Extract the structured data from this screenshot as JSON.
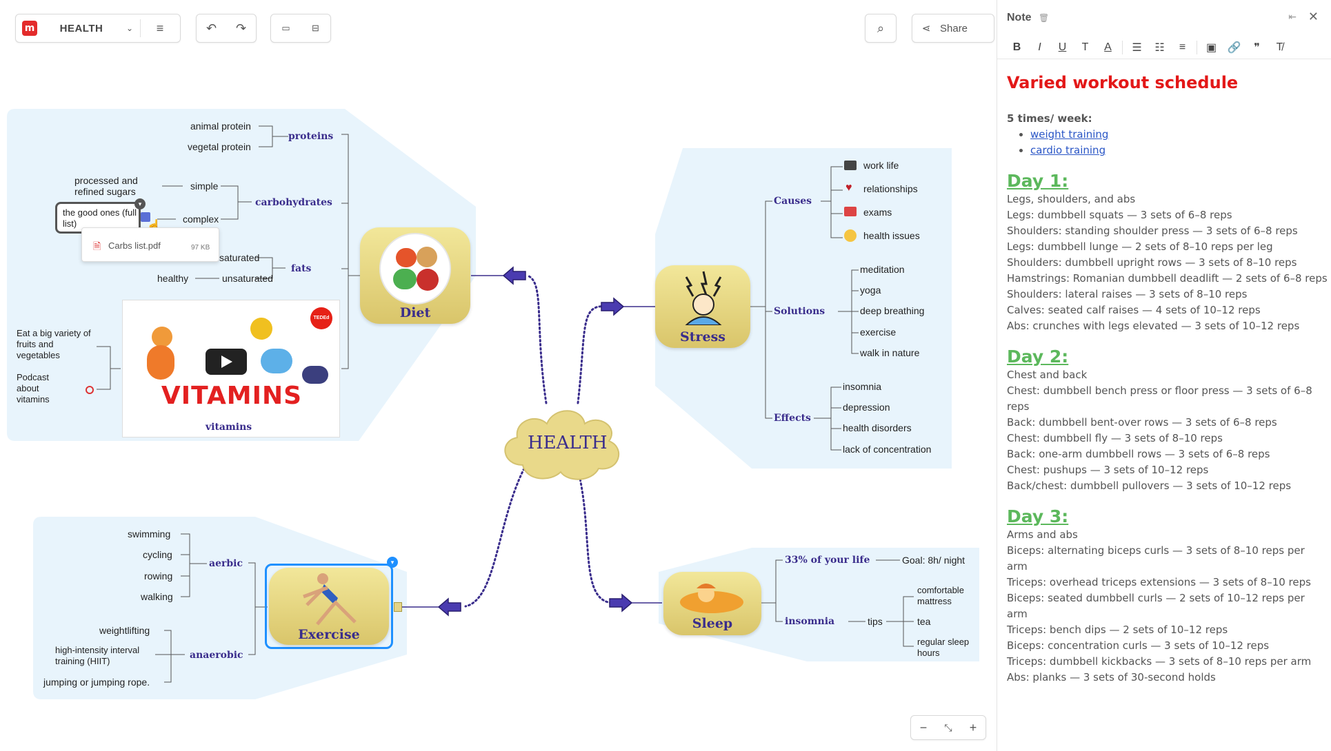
{
  "toolbar": {
    "map_title": "HEALTH",
    "share_label": "Share"
  },
  "center": {
    "label": "HEALTH"
  },
  "diet": {
    "label": "Diet",
    "proteins": {
      "label": "proteins",
      "items": [
        "animal protein",
        "vegetal protein"
      ]
    },
    "carbohydrates": {
      "label": "carbohydrates",
      "simple": "simple",
      "simple_note": "processed and refined sugars",
      "complex": "complex",
      "complex_note": "the good ones (full list)"
    },
    "attachment": {
      "name": "Carbs list.pdf",
      "size": "97 KB"
    },
    "fats": {
      "label": "fats",
      "saturated": "saturated",
      "unsaturated": "unsaturated",
      "unsaturated_note": "healthy"
    },
    "vitamins": {
      "label": "vitamins",
      "video_title": "VITAMINS",
      "badge": "TEDEd",
      "notes": [
        "Eat a big variety of fruits and vegetables",
        "Podcast about vitamins"
      ]
    }
  },
  "stress": {
    "label": "Stress",
    "causes": {
      "label": "Causes",
      "items": [
        "work life",
        "relationships",
        "exams",
        "health issues"
      ]
    },
    "solutions": {
      "label": "Solutions",
      "items": [
        "meditation",
        "yoga",
        "deep breathing",
        "exercise",
        "walk in nature"
      ]
    },
    "effects": {
      "label": "Effects",
      "items": [
        "insomnia",
        "depression",
        "health disorders",
        "lack of concentration"
      ]
    }
  },
  "sleep": {
    "label": "Sleep",
    "life": {
      "label": "33% of your life",
      "goal": "Goal: 8h/ night"
    },
    "insomnia": {
      "label": "insomnia",
      "tips": "tips",
      "items": [
        "comfortable mattress",
        "tea",
        "regular sleep hours"
      ]
    }
  },
  "exercise": {
    "label": "Exercise",
    "aerobic": {
      "label": "aerbic",
      "items": [
        "swimming",
        "cycling",
        "rowing",
        "walking"
      ]
    },
    "anaerobic": {
      "label": "anaerobic",
      "items": [
        "weightlifting",
        "high-intensity interval training (HIIT)",
        "jumping or jumping rope."
      ]
    }
  },
  "note": {
    "header": "Note",
    "title": "Varied workout schedule",
    "freq": "5 times/ week:",
    "links": [
      "weight training",
      "cardio training"
    ],
    "days": [
      {
        "title": "Day 1:",
        "lines": [
          "Legs, shoulders, and abs",
          "Legs: dumbbell squats — 3 sets of 6–8 reps",
          "Shoulders: standing shoulder press — 3 sets of 6–8 reps",
          "Legs: dumbbell lunge — 2 sets of 8–10 reps per leg",
          "Shoulders: dumbbell upright rows — 3 sets of 8–10 reps",
          "Hamstrings: Romanian dumbbell deadlift — 2 sets of 6–8 reps",
          "Shoulders: lateral raises — 3 sets of 8–10 reps",
          "Calves: seated calf raises — 4 sets of 10–12 reps",
          "Abs: crunches with legs elevated — 3 sets of 10–12 reps"
        ]
      },
      {
        "title": "Day 2:",
        "lines": [
          "Chest and back",
          "Chest: dumbbell bench press or floor press — 3 sets of 6–8 reps",
          "Back: dumbbell bent-over rows — 3 sets of 6–8 reps",
          "Chest: dumbbell fly — 3 sets of 8–10 reps",
          "Back: one-arm dumbbell rows — 3 sets of 6–8 reps",
          "Chest: pushups — 3 sets of 10–12 reps",
          "Back/chest: dumbbell pullovers — 3 sets of 10–12 reps"
        ]
      },
      {
        "title": "Day 3:",
        "lines": [
          "Arms and abs",
          "Biceps: alternating biceps curls — 3 sets of 8–10 reps per arm",
          "Triceps: overhead triceps extensions — 3 sets of 8–10 reps",
          "Biceps: seated dumbbell curls — 2 sets of 10–12 reps per arm",
          "Triceps: bench dips — 2 sets of 10–12 reps",
          "Biceps: concentration curls — 3 sets of 10–12 reps",
          "Triceps: dumbbell kickbacks — 3 sets of 8–10 reps per arm",
          "Abs: planks — 3 sets of 30-second holds"
        ]
      }
    ]
  },
  "colors": {
    "accent": "#3a2d8c",
    "hub": "#e9d98a",
    "region": "#e8f4fc",
    "note_title": "#e31818",
    "day_title": "#5cb85c",
    "link": "#2a56c6"
  }
}
